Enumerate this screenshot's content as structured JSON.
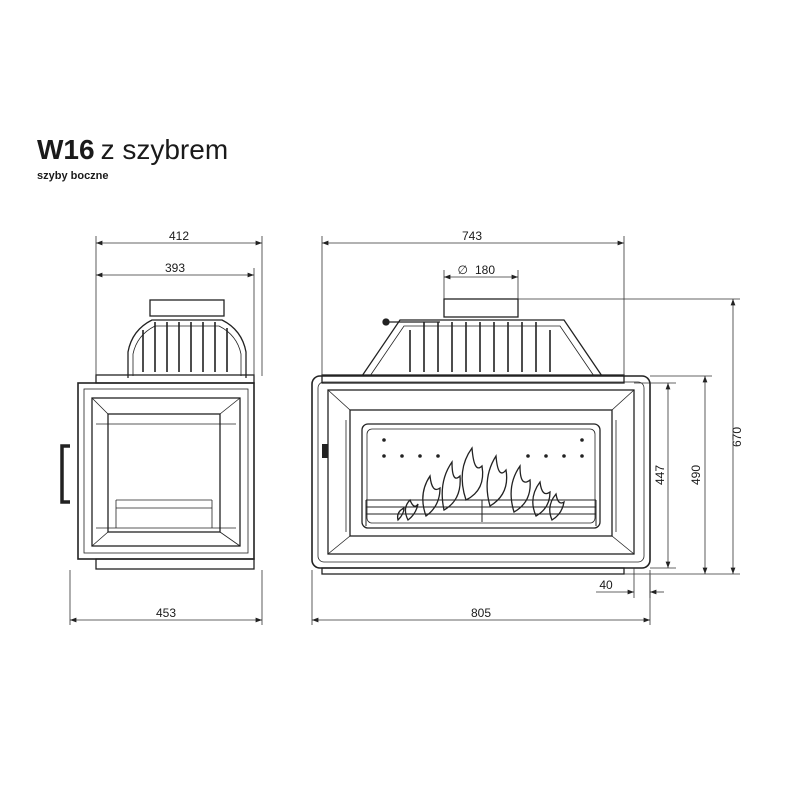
{
  "title": {
    "model": "W16",
    "variant": "z szybrem"
  },
  "subtitle": "szyby boczne",
  "dimensions": {
    "side_depth_top": "412",
    "side_depth_inner": "393",
    "side_depth_bottom": "453",
    "front_width_top": "743",
    "flue_diameter": "180",
    "front_width_bottom": "805",
    "height_total": "670",
    "height_body": "490",
    "height_glass": "447",
    "offset_bottom": "40"
  },
  "symbols": {
    "diameter": "∅"
  }
}
